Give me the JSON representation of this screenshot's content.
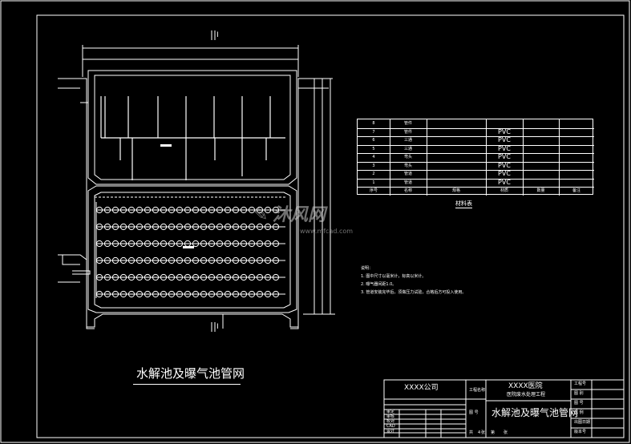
{
  "drawing_title": "水解池及曝气池管网",
  "section_markers": {
    "top": "I",
    "bottom": "I"
  },
  "materials_table": {
    "caption": "材料表",
    "header": [
      "序号",
      "名称",
      "规格",
      "材质",
      "数量",
      "备注"
    ],
    "rows": [
      {
        "no": "8",
        "name": "管件",
        "material": ""
      },
      {
        "no": "7",
        "name": "管件",
        "material": "PVC"
      },
      {
        "no": "6",
        "name": "三通",
        "material": "PVC"
      },
      {
        "no": "5",
        "name": "三通",
        "material": "PVC"
      },
      {
        "no": "4",
        "name": "弯头",
        "material": "PVC"
      },
      {
        "no": "3",
        "name": "弯头",
        "material": "PVC"
      },
      {
        "no": "2",
        "name": "管道",
        "material": "PVC"
      },
      {
        "no": "1",
        "name": "管道",
        "material": "PVC"
      }
    ]
  },
  "notes": {
    "heading": "说明：",
    "items": [
      "1. 图中尺寸以毫米计，标高以米计。",
      "2. 曝气器间距1.0。",
      "3. 管道安装完毕后，须做压力试验，合格后方可投入使用。"
    ]
  },
  "title_block": {
    "company": "XXXX公司",
    "project_company": "XXXX医院",
    "project_name": "医院废水处理工程",
    "stage_label": "工程名称",
    "drawing_name": "水解池及曝气池管网",
    "sheet_label": "图 号",
    "right_labels": [
      "工程号",
      "图 别",
      "图 号",
      "比 例",
      "出图日期",
      "版本号"
    ],
    "left_labels": [
      "审定",
      "审核",
      "校对",
      "CAD",
      "设计"
    ],
    "bottom": [
      "共",
      "4",
      "张",
      "第",
      "张"
    ]
  },
  "watermark": {
    "brand": "沐风网",
    "url": "www.mfcad.com"
  }
}
